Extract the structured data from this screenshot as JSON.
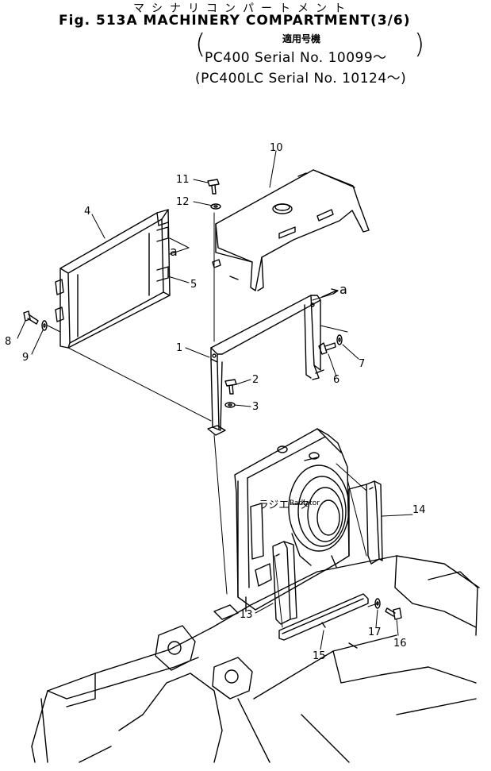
{
  "header": {
    "kana_title": "マシナリコンパートメント",
    "figure_title": "Fig. 513A MACHINERY COMPARTMENT(3/6)",
    "applicability_label": "適用号機",
    "serial_line_1": "PC400    Serial No. 10099～",
    "serial_line_2": "(PC400LC Serial No. 10124～)"
  },
  "diagram": {
    "radiator_label_jp": "ラジエータ",
    "radiator_label_en": "Radiator",
    "ref_a_1": "a",
    "ref_a_2": "a",
    "callouts": [
      {
        "id": "1",
        "text": "1"
      },
      {
        "id": "2",
        "text": "2"
      },
      {
        "id": "3",
        "text": "3"
      },
      {
        "id": "4",
        "text": "4"
      },
      {
        "id": "5",
        "text": "5"
      },
      {
        "id": "6",
        "text": "6"
      },
      {
        "id": "7",
        "text": "7"
      },
      {
        "id": "8",
        "text": "8"
      },
      {
        "id": "9",
        "text": "9"
      },
      {
        "id": "10",
        "text": "10"
      },
      {
        "id": "11",
        "text": "11"
      },
      {
        "id": "12",
        "text": "12"
      },
      {
        "id": "13",
        "text": "13"
      },
      {
        "id": "14",
        "text": "14"
      },
      {
        "id": "15",
        "text": "15"
      },
      {
        "id": "16",
        "text": "16"
      },
      {
        "id": "17",
        "text": "17"
      }
    ]
  }
}
